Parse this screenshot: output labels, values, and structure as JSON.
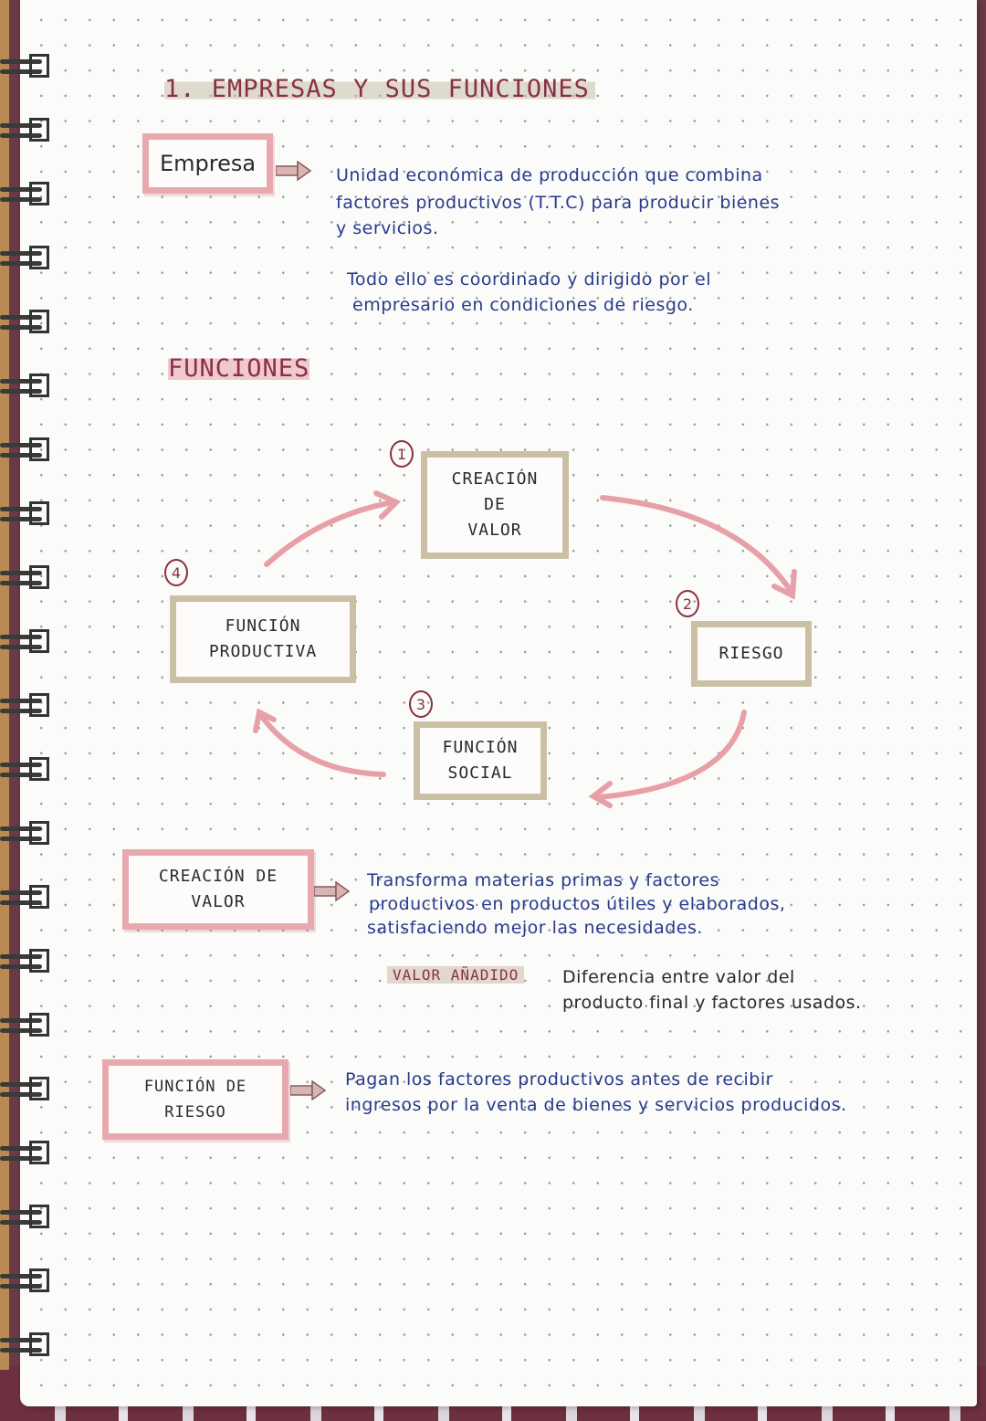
{
  "title": "1. EMPRESAS Y SUS FUNCIONES",
  "empresa": {
    "box_label": "Empresa",
    "definition_lines": [
      "Unidad económica de producción que combina",
      "factores productivos (T.T.C) para producir bienes",
      "y servicios."
    ],
    "note_lines": [
      "Todo ello es coordinado y dirigido por el",
      "empresario en condiciones de riesgo."
    ]
  },
  "funciones_heading": "FUNCIONES",
  "diagram": {
    "nodes": [
      {
        "number": "1",
        "lines": [
          "CREACIÓN",
          "DE",
          "VALOR"
        ]
      },
      {
        "number": "2",
        "lines": [
          "RIESGO"
        ]
      },
      {
        "number": "3",
        "lines": [
          "FUNCIÓN",
          "SOCIAL"
        ]
      },
      {
        "number": "4",
        "lines": [
          "FUNCIÓN",
          "PRODUCTIVA"
        ]
      }
    ],
    "arrow_color": "#e8a0a8",
    "box_border_color": "#cbbfa6"
  },
  "creacion_valor": {
    "box_lines": [
      "CREACIÓN DE",
      "VALOR"
    ],
    "definition_lines": [
      "Transforma materias primas y factores",
      "productivos en productos útiles y elaborados,",
      "satisfaciendo mejor las necesidades."
    ],
    "valor_anadido": {
      "label": "VALOR AÑADIDO",
      "definition_lines": [
        "Diferencia entre valor del",
        "producto final y factores usados."
      ]
    }
  },
  "funcion_riesgo": {
    "box_lines": [
      "FUNCIÓN DE",
      "RIESGO"
    ],
    "definition_lines": [
      "Pagan los factores productivos antes de recibir",
      "ingresos por la venta de bienes y servicios producidos."
    ]
  },
  "colors": {
    "ink_blue": "#283a8c",
    "heading_maroon": "#8a3046",
    "pink_box": "#e7a9ae",
    "tan_box": "#cbbfa6"
  }
}
